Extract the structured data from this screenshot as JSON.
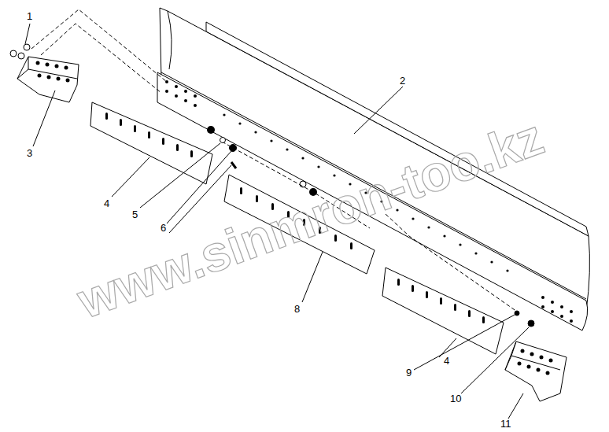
{
  "diagram": {
    "labels": [
      "1",
      "2",
      "3",
      "4",
      "5",
      "6",
      "8",
      "4",
      "9",
      "10",
      "11",
      "www.sinmron-too.kz"
    ]
  }
}
